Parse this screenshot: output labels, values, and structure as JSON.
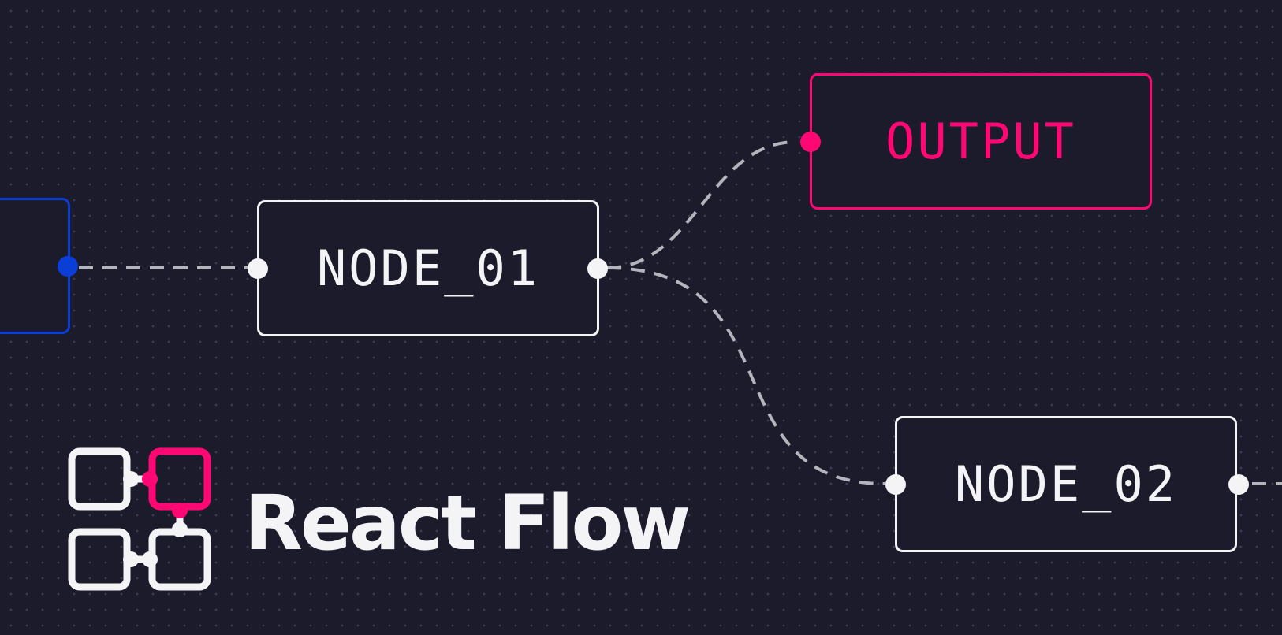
{
  "nodes": {
    "node_01": {
      "label": "NODE_01"
    },
    "node_02": {
      "label": "NODE_02"
    },
    "output": {
      "label": "OUTPUT"
    }
  },
  "brand": {
    "name": "React Flow"
  },
  "colors": {
    "background": "#1b1b2c",
    "dot_grid": "#6f6f8a",
    "node_border": "#f4f4f6",
    "accent_pink": "#ff0873",
    "accent_blue": "#0a3ed6",
    "edge": "#b4b4bc"
  },
  "edges": [
    {
      "from": "input",
      "to": "node_01",
      "style": "dashed"
    },
    {
      "from": "node_01",
      "to": "output",
      "style": "dashed"
    },
    {
      "from": "node_01",
      "to": "node_02",
      "style": "dashed"
    },
    {
      "from": "node_02",
      "to": "offscreen",
      "style": "dashed"
    }
  ]
}
